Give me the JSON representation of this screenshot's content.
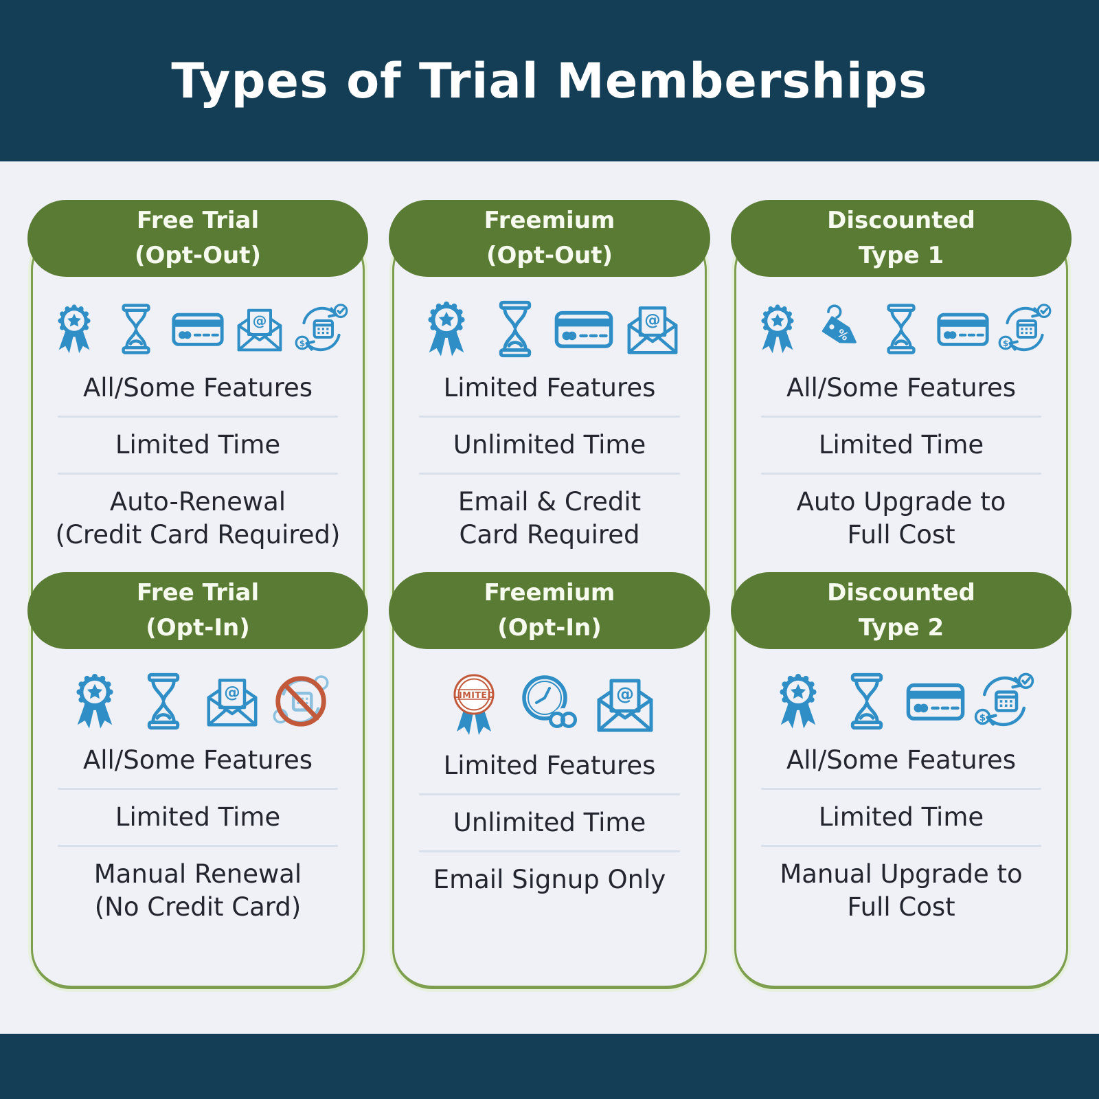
{
  "page": {
    "title": "Types of Trial Memberships",
    "colors": {
      "header_bg": "#133e55",
      "body_bg": "#eff1f6",
      "pill_bg": "#5a7b33",
      "pill_text": "#f7faef",
      "card_border_green": "#7d9f4d",
      "icon_blue": "#2e8ec5",
      "icon_light_blue": "#8cc1e0",
      "accent_red": "#c2593b",
      "text": "#23262e",
      "divider": "#d9dfea"
    }
  },
  "cards": [
    {
      "title": "Free Trial\n(Opt-Out)",
      "icons": [
        "award-icon",
        "hourglass-icon",
        "credit-card-icon",
        "email-icon",
        "auto-renew-icon"
      ],
      "features": [
        "All/Some Features",
        "Limited Time",
        "Auto-Renewal\n(Credit Card Required)"
      ]
    },
    {
      "title": "Freemium\n(Opt-Out)",
      "icons": [
        "award-icon",
        "hourglass-icon",
        "credit-card-icon",
        "email-icon"
      ],
      "features": [
        "Limited Features",
        "Unlimited Time",
        "Email & Credit\nCard Required"
      ]
    },
    {
      "title": "Discounted\nType 1",
      "icons": [
        "award-icon",
        "discount-tag-icon",
        "hourglass-icon",
        "credit-card-icon",
        "auto-renew-icon"
      ],
      "features": [
        "All/Some Features",
        "Limited Time",
        "Auto Upgrade to\nFull Cost"
      ]
    },
    {
      "title": "Free Trial\n(Opt-In)",
      "icons": [
        "award-icon",
        "hourglass-icon",
        "email-icon",
        "no-auto-renew-icon"
      ],
      "features": [
        "All/Some Features",
        "Limited Time",
        "Manual Renewal\n(No Credit Card)"
      ]
    },
    {
      "title": "Freemium\n(Opt-In)",
      "icons": [
        "limited-badge-icon",
        "clock-infinity-icon",
        "email-icon"
      ],
      "features": [
        "Limited Features",
        "Unlimited Time",
        "Email Signup Only"
      ]
    },
    {
      "title": "Discounted\nType 2",
      "icons": [
        "award-icon",
        "hourglass-icon",
        "credit-card-icon",
        "auto-renew-icon"
      ],
      "features": [
        "All/Some Features",
        "Limited Time",
        "Manual Upgrade to\nFull Cost"
      ]
    }
  ]
}
